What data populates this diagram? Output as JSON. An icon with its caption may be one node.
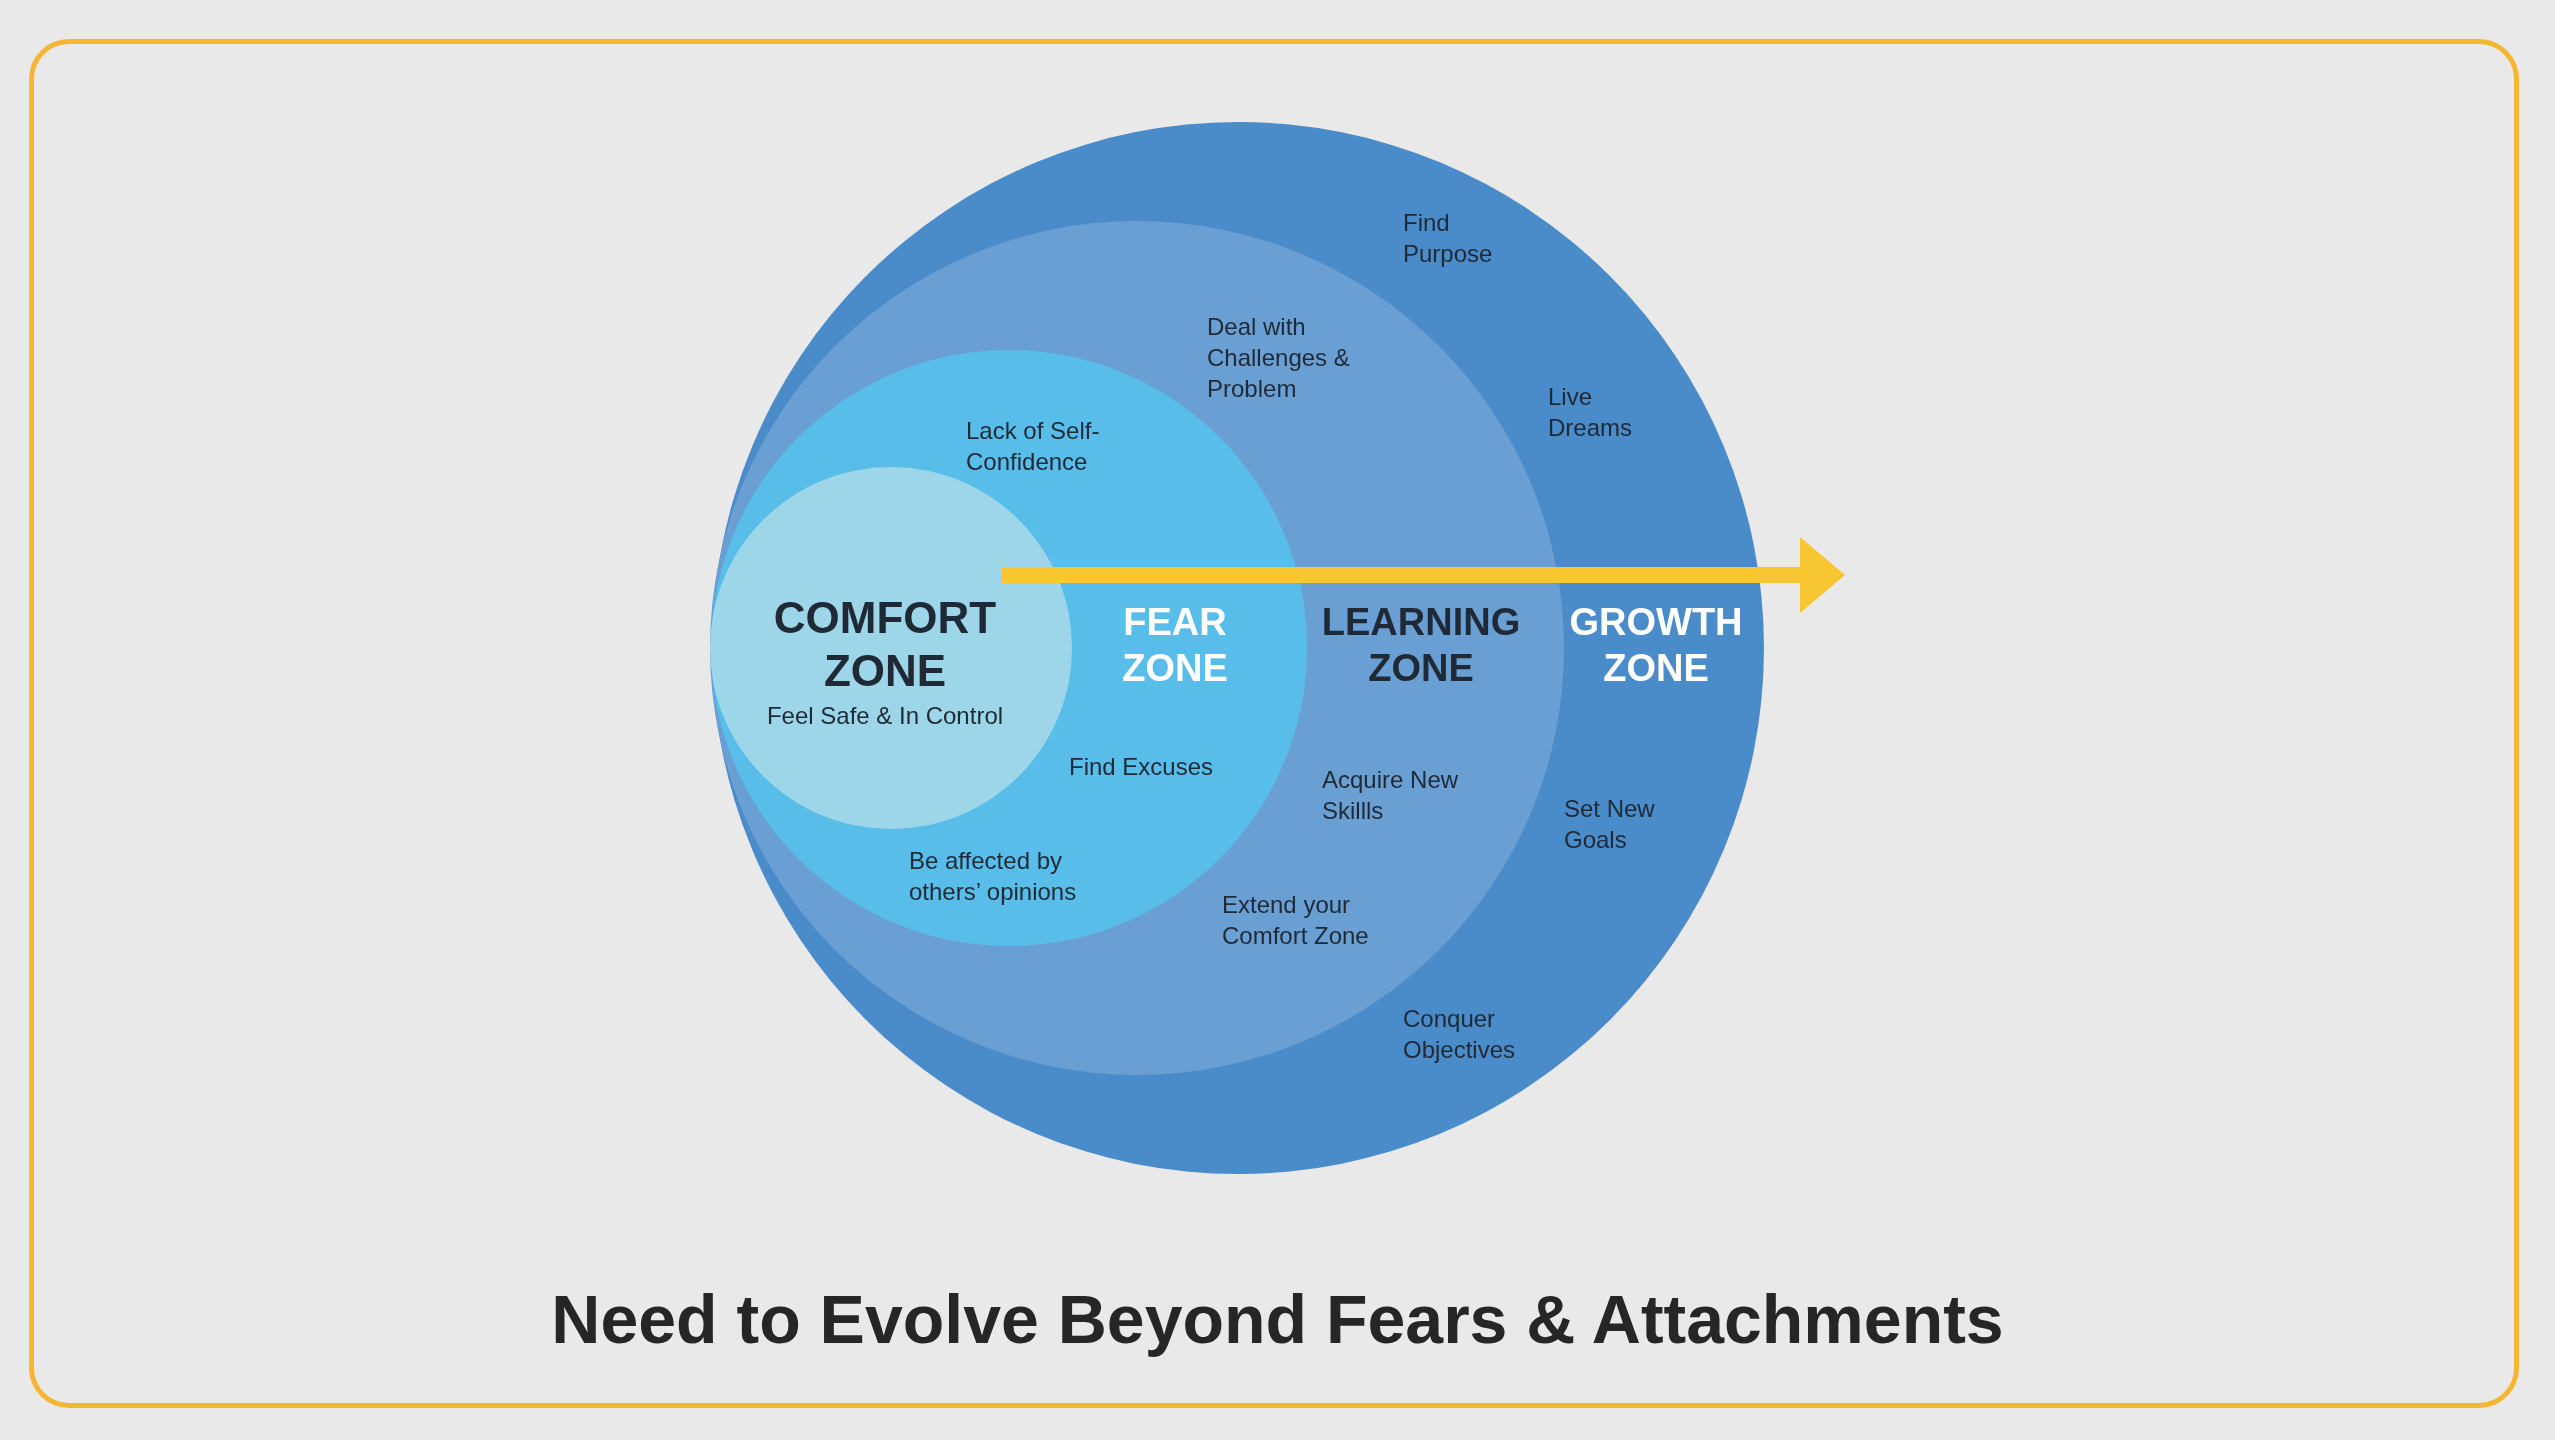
{
  "diagram": {
    "title": "Need to Evolve Beyond Fears & Attachments",
    "nodes": [
      {
        "text": [
          "GROWTH ZONE"
        ]
      },
      {
        "text": [
          "LEARNING ZONE"
        ],
        "in": 0
      },
      {
        "text": [
          "FEAR ZONE",
          "Lack of Self-Confidence",
          "Find Excuses",
          "Be affected by others’ opinions"
        ],
        "in": 1
      },
      {
        "text": [
          "COMFORT ZONE",
          "Feel Safe & In Control"
        ],
        "in": 2
      }
    ],
    "labels": [
      "Find Purpose",
      "Deal with Challenges & Problem",
      "Live Dreams",
      "Acquire New Skillls",
      "Set New Goals",
      "Extend your Comfort Zone",
      "Conquer Objectives"
    ]
  }
}
